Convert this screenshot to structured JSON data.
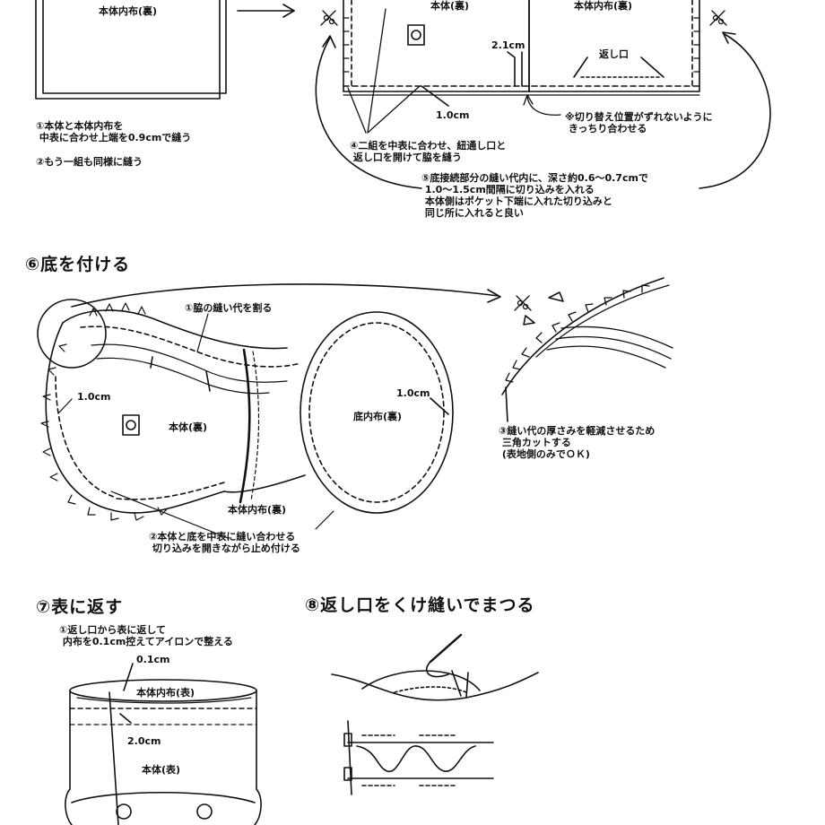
{
  "top": {
    "left_panel_label": "本体内布(裏)",
    "right_panel_left_label": "本体(裏)",
    "right_panel_right_label": "本体内布(裏)",
    "seam_width_2_1": "2.1cm",
    "opening_label": "返し口",
    "seam_1_0": "1.0cm",
    "notes_left": [
      "①本体と本体内布を\n 中表に合わせ上端を0.9cmで縫う",
      "②もう一組も同様に縫う"
    ],
    "note_align": "※切り替え位置がずれないように\n きっちり合わせる",
    "note_4": "④二組を中表に合わせ、紐通し口と\n 返し口を開けて脇を縫う",
    "note_5": "⑤底接続部分の縫い代内に、深さ約0.6～0.7cmで\n 1.0～1.5cm間隔に切り込みを入れる\n 本体側はポケット下端に入れた切り込みと\n 同じ所に入れると良い"
  },
  "section6": {
    "heading": "⑥底を付ける",
    "note_1": "①脇の縫い代を割る",
    "seam_left": "1.0cm",
    "seam_right": "1.0cm",
    "body_label": "本体(裏)",
    "bottom_lining_label": "底内布(裏)",
    "body_lining_label": "本体内布(裏)",
    "note_2": "②本体と底を中表に縫い合わせる\n 切り込みを開きながら止め付ける",
    "note_3": "③縫い代の厚さみを軽減させるため\n 三角カットする\n (表地側のみでＯＫ)"
  },
  "section7": {
    "heading": "⑦表に返す",
    "note_1": "①返し口から表に返して\n 内布を0.1cm控えてアイロンで整える",
    "dim_0_1": "0.1cm",
    "lining_label": "本体内布(表)",
    "dim_2_0": "2.0cm",
    "body_label": "本体(表)"
  },
  "section8": {
    "heading": "⑧返し口をくけ縫いでまつる"
  }
}
